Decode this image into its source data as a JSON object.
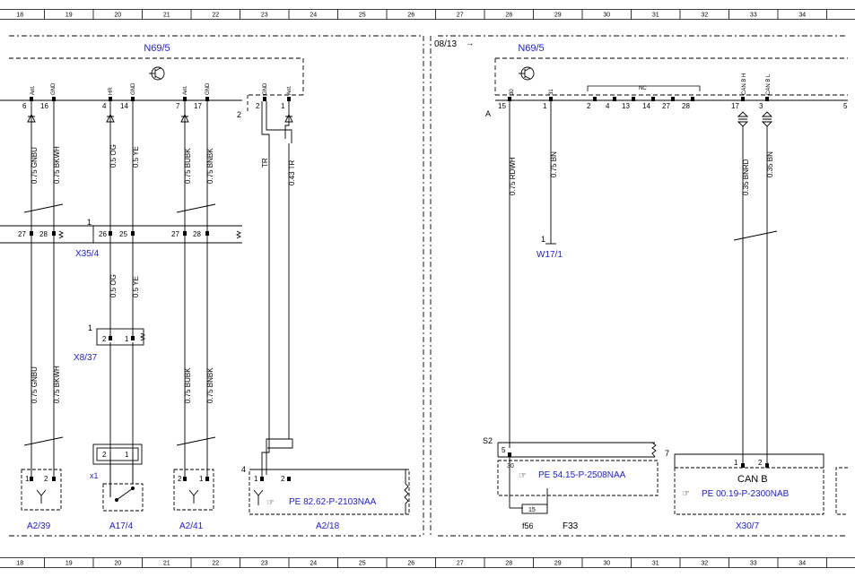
{
  "ruler": {
    "columns": [
      "18",
      "19",
      "20",
      "21",
      "22",
      "23",
      "24",
      "25",
      "26",
      "27",
      "28",
      "29",
      "30",
      "31",
      "32",
      "33",
      "34"
    ]
  },
  "colors": {
    "link": "#1a1ae6",
    "line": "#000000"
  },
  "left": {
    "module_label": "N69/5",
    "pin_group_labels": [
      "Ant.",
      "GND",
      "HR",
      "GND",
      "Ant.",
      "GND",
      "GND",
      "Ant."
    ],
    "pins_top": [
      "6",
      "16",
      "4",
      "14",
      "7",
      "17",
      "2",
      "1"
    ],
    "side_number_2": "2",
    "wires_upper": [
      "0.75 GNBU",
      "0.75 BKWH",
      "0.5 OG",
      "0.5 YE",
      "0.75 BUBK",
      "0.75 BNBK",
      "TR",
      "0.43 TR"
    ],
    "conn_x35_pins": [
      "27",
      "28",
      "26",
      "25",
      "27",
      "28"
    ],
    "conn_x35_one": "1",
    "x35_label": "X35/4",
    "wires_mid": [
      "0.5 OG",
      "0.5 YE"
    ],
    "x837_one": "1",
    "x837_pins": [
      "2",
      "1"
    ],
    "x837_label": "X8/37",
    "wires_lower": [
      "0.75 GNBU",
      "0.75 BKWH",
      "0.75 BUBK",
      "0.75 BNBK"
    ],
    "x1_pins": [
      "2",
      "1"
    ],
    "x1_label": "x1",
    "components": [
      "A2/39",
      "A17/4",
      "A2/41",
      "A2/18"
    ],
    "bottom_pins": [
      "1",
      "2",
      "2",
      "1",
      "1",
      "2",
      "2",
      "1"
    ],
    "num_4": "4",
    "pe_ref_left": "PE 82.62-P-2103NAA"
  },
  "right": {
    "date_label": "08/13",
    "arrow_glyph": "→",
    "module_label": "N69/5",
    "pin_group_labels": [
      "30",
      "31",
      "NC",
      "CAN B H",
      "CAN B L"
    ],
    "letter_a": "A",
    "pins_top": [
      "15",
      "1",
      "2",
      "4",
      "13",
      "14",
      "27",
      "28",
      "17",
      "3",
      "5"
    ],
    "wires": [
      "0.75 RDWH",
      "0.75 BN",
      "0.35 BNRD",
      "0.35 BN"
    ],
    "w17_one": "1",
    "w17_label": "W17/1",
    "s2_label": "S2",
    "s2_pin": "5",
    "pin_30": "30",
    "pe_ref_mid": "PE 54.15-P-2508NAA",
    "fuse_value": "15",
    "fuse_label": "f56",
    "f33_label": "F33",
    "num_7": "7",
    "can_title": "CAN B",
    "can_pins": [
      "1",
      "2"
    ],
    "pe_ref_right": "PE 00.19-P-2300NAB",
    "x307_label": "X30/7"
  }
}
